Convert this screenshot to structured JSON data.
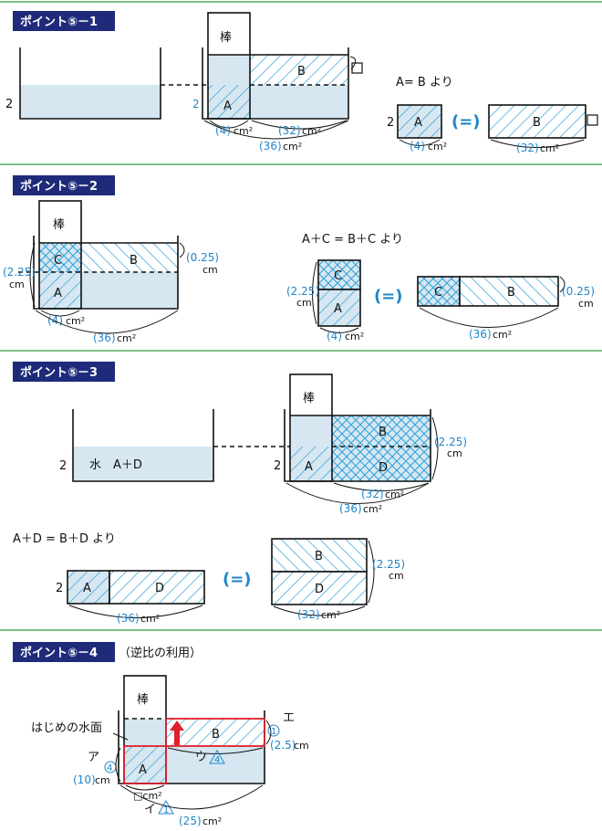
{
  "colors": {
    "header_bg": "#1f2a7a",
    "rule": "#7cc08a",
    "water": "#d6e7f1",
    "hatch": "#2ea0d8",
    "accent_blue": "#1f86c8",
    "red": "#e0202a"
  },
  "s1": {
    "title": "ポイント⑤－1",
    "depth": "2",
    "depth_blue": "2",
    "rod": "棒",
    "A": "A",
    "B": "B",
    "sq": "□",
    "w4": "(4)",
    "w32": "(32)",
    "w36": "(36)",
    "cm2": "cm²",
    "eq_title": "A= B より",
    "eq_sign": "(=)"
  },
  "s2": {
    "title": "ポイント⑤－2",
    "rod": "棒",
    "A": "A",
    "B": "B",
    "C": "C",
    "h225": "(2.25)",
    "cm": "cm",
    "h025": "(0.25)",
    "w4": "(4)",
    "w36": "(36)",
    "cm2": "cm²",
    "eq_title": "A＋C = B＋C より",
    "eq_sign": "(=)"
  },
  "s3": {
    "title": "ポイント⑤－3",
    "depth": "2",
    "water_label": "水　A＋D",
    "rod": "棒",
    "A": "A",
    "B": "B",
    "D": "D",
    "h225": "(2.25)",
    "cm": "cm",
    "w32": "(32)",
    "w36": "(36)",
    "cm2": "cm²",
    "eq_title": "A＋D = B＋D より",
    "eq_sign": "(=)"
  },
  "s4": {
    "title": "ポイント⑤－4",
    "subtitle": "（逆比の利用）",
    "rod": "棒",
    "initial": "はじめの水面",
    "A": "A",
    "B": "B",
    "a": "ア",
    "e": "エ",
    "u": "ウ",
    "i": "イ",
    "n4": "4",
    "n1": "1",
    "h10": "(10)",
    "h25": "(2.5)",
    "cm": "cm",
    "w25": "(25)",
    "cm2": "cm²",
    "sqcm2": "□cm²"
  }
}
